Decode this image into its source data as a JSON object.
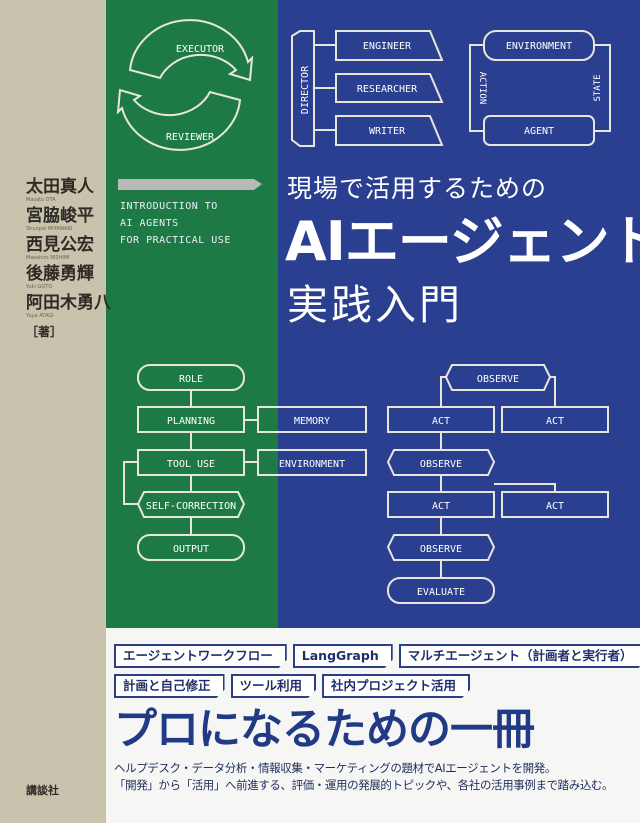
{
  "cover": {
    "title_lead": "現場で活用するための",
    "title_main": "AIエージェント",
    "title_sub": "実践入門",
    "english_subtitle": [
      "INTRODUCTION TO",
      "AI AGENTS",
      "FOR PRACTICAL USE"
    ],
    "colors": {
      "green": "#1d7a45",
      "blue": "#2b3f90",
      "navy_text": "#213a85",
      "strip": "#c9c3ae"
    }
  },
  "authors": [
    {
      "name": "太田真人",
      "romaji": "Masato OTA"
    },
    {
      "name": "宮脇峻平",
      "romaji": "Shunpei MIYAWAKI"
    },
    {
      "name": "西見公宏",
      "romaji": "Masahiro NISHIMI"
    },
    {
      "name": "後藤勇輝",
      "romaji": "Yuki GOTO"
    },
    {
      "name": "阿田木勇八",
      "romaji": "Yuya ATAGI"
    }
  ],
  "author_role": "［著］",
  "publisher": "講談社",
  "diagrams": {
    "cycle": {
      "top": "EXECUTOR",
      "bottom": "REVIEWER"
    },
    "team": {
      "lead": "DIRECTOR",
      "members": [
        "ENGINEER",
        "RESEARCHER",
        "WRITER"
      ]
    },
    "loop": {
      "top": "ENVIRONMENT",
      "bottom": "AGENT",
      "left": "ACTION",
      "right": "STATE"
    },
    "pipeline": {
      "steps": [
        "ROLE",
        "PLANNING",
        "TOOL USE",
        "SELF-CORRECTION",
        "OUTPUT"
      ],
      "memory": "MEMORY",
      "environment": "ENVIRONMENT"
    },
    "react": {
      "nodes": [
        "OBSERVE",
        "ACT",
        "ACT",
        "OBSERVE",
        "ACT",
        "ACT",
        "OBSERVE",
        "EVALUATE"
      ]
    }
  },
  "tags": [
    [
      "エージェントワークフロー",
      "LangGraph",
      "マルチエージェント（計画者と実行者）"
    ],
    [
      "計画と自己修正",
      "ツール利用",
      "社内プロジェクト活用"
    ]
  ],
  "tagline": "プロになるための一冊",
  "description": [
    "ヘルプデスク・データ分析・情報収集・マーケティングの題材でAIエージェントを開発。",
    "「開発」から「活用」へ前進する、評価・運用の発展的トピックや、各社の活用事例まで踏み込む。"
  ]
}
